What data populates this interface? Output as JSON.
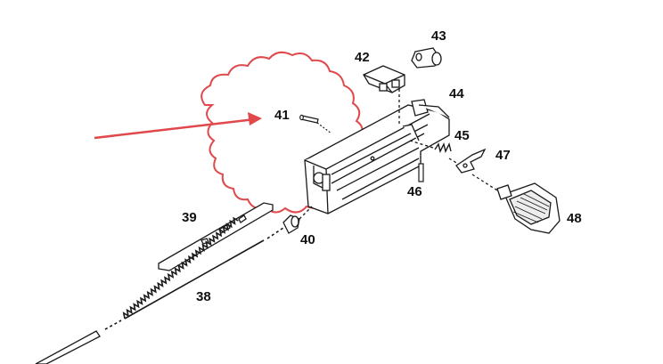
{
  "diagram": {
    "style": "exploded parts view, black line art",
    "highlight_color": "#e0484b",
    "line_color": "#1a1a1a",
    "part_labels": {
      "p38": "38",
      "p39": "39",
      "p40": "40",
      "p41": "41",
      "p42": "42",
      "p43": "43",
      "p44": "44",
      "p45": "45",
      "p46": "46",
      "p47": "47",
      "p48": "48"
    }
  }
}
